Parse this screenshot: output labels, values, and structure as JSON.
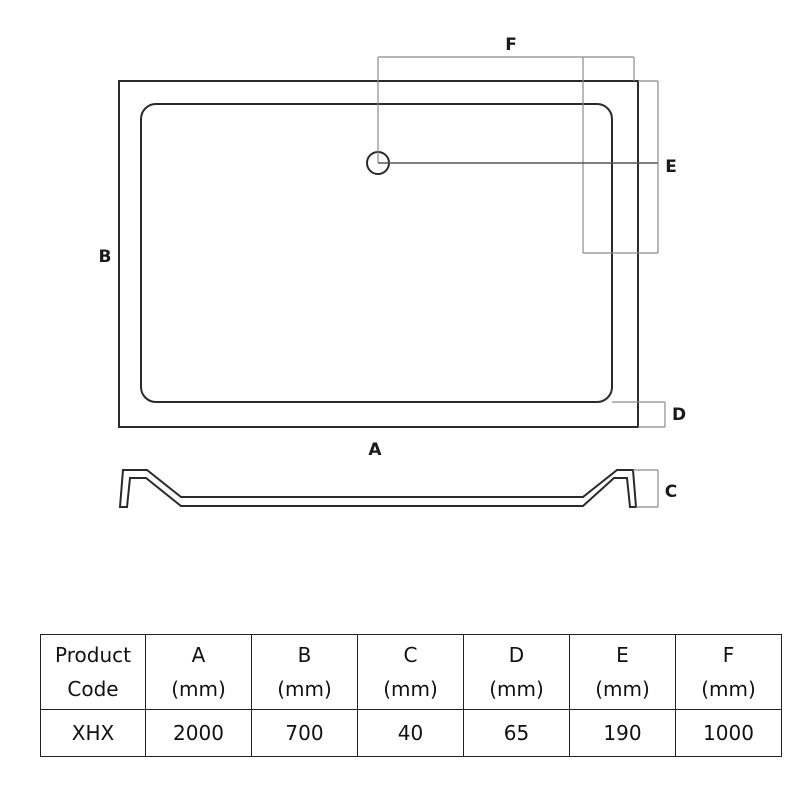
{
  "drawing": {
    "plan_view": {
      "labels": {
        "A": "A",
        "B": "B",
        "D": "D",
        "E": "E",
        "F": "F"
      }
    },
    "section_view": {
      "labels": {
        "C": "C"
      }
    },
    "colors": {
      "outline": "#2a2a2a",
      "dimension_line": "#8a8a8a",
      "label": "#1a1a1a"
    }
  },
  "spec_table": {
    "headers": [
      {
        "line1": "Product",
        "line2": "Code"
      },
      {
        "line1": "A",
        "line2": "(mm)"
      },
      {
        "line1": "B",
        "line2": "(mm)"
      },
      {
        "line1": "C",
        "line2": "(mm)"
      },
      {
        "line1": "D",
        "line2": "(mm)"
      },
      {
        "line1": "E",
        "line2": "(mm)"
      },
      {
        "line1": "F",
        "line2": "(mm)"
      }
    ],
    "rows": [
      [
        "XHX",
        "2000",
        "700",
        "40",
        "65",
        "190",
        "1000"
      ]
    ]
  }
}
